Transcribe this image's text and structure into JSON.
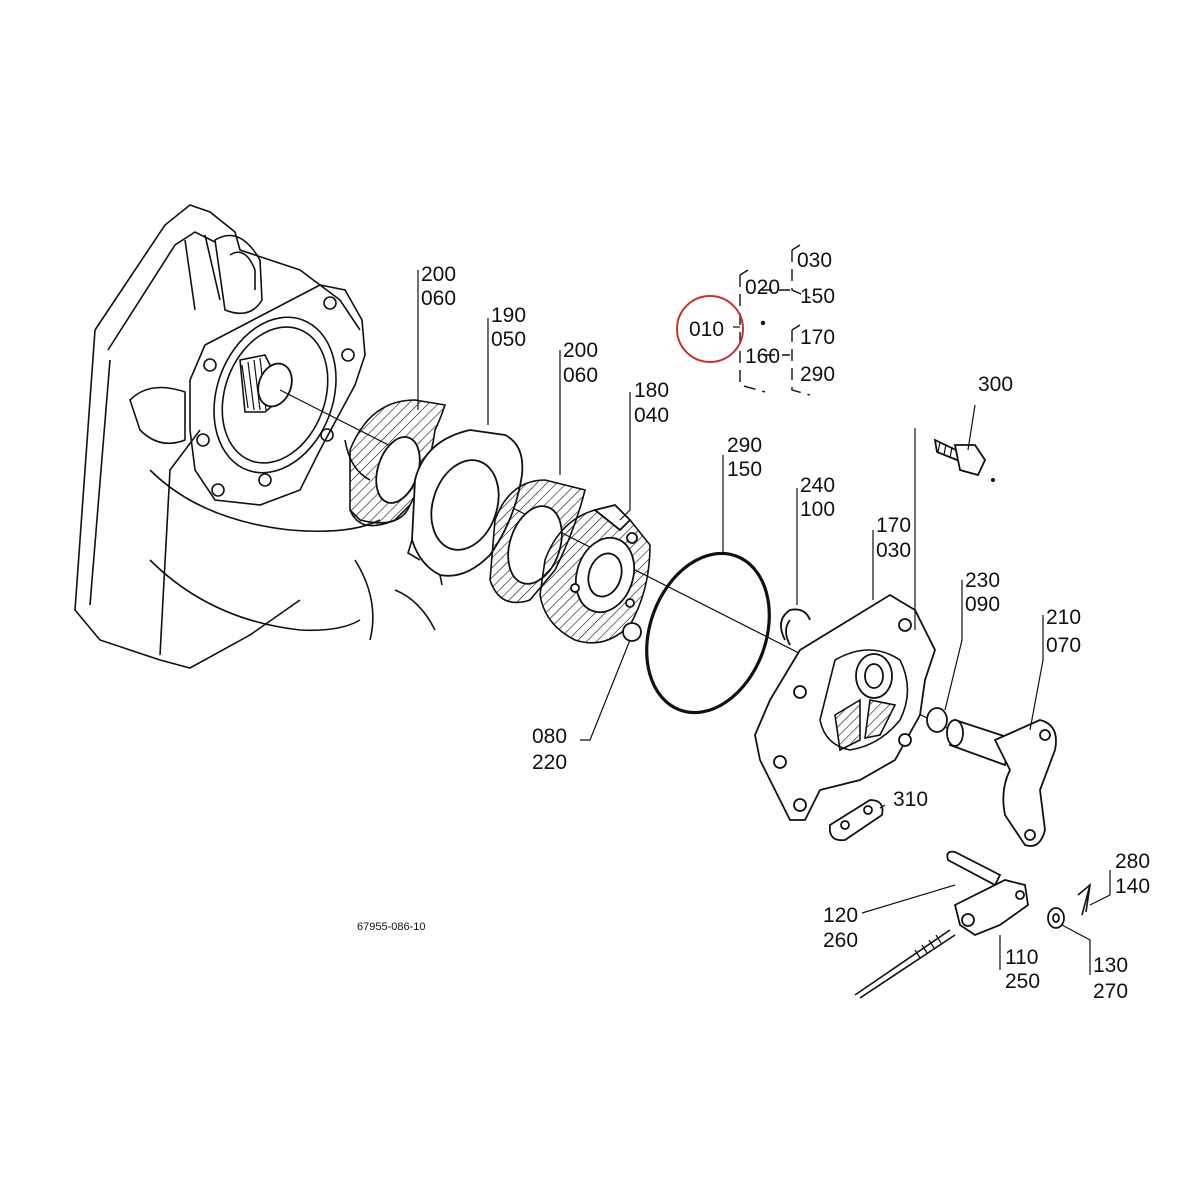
{
  "drawing_code": "67955-086-10",
  "highlight_color": "#c8312e",
  "labels": {
    "p200a": "200",
    "p060a": "060",
    "p190": "190",
    "p050": "050",
    "p200b": "200",
    "p060b": "060",
    "p180": "180",
    "p040": "040",
    "p290a": "290",
    "p150a": "150",
    "p240": "240",
    "p100": "100",
    "p170a": "170",
    "p030a": "030",
    "p230": "230",
    "p090": "090",
    "p210": "210",
    "p070": "070",
    "p300": "300",
    "p310": "310",
    "p080": "080",
    "p220": "220",
    "p010": "010",
    "p020": "020",
    "p160": "160",
    "p030b": "030",
    "p150b": "150",
    "p170b": "170",
    "p290b": "290",
    "p120": "120",
    "p260": "260",
    "p110": "110",
    "p250": "250",
    "p130": "130",
    "p270": "270",
    "p280": "280",
    "p140": "140"
  }
}
